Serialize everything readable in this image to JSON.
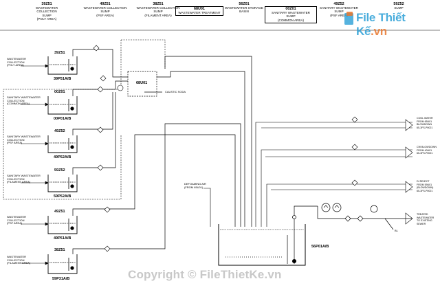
{
  "header": [
    {
      "tag": "39Z51",
      "desc": "WASTEWATER COLLECTION\nSUMP\n(POLY AREA)"
    },
    {
      "tag": "49Z51",
      "desc": "WASTEWATER COLLECTION\nSUMP\n(PSF AREA)"
    },
    {
      "tag": "38Z51",
      "desc": "WASTEWATER COLLECTION\nSUMP\n(FILAMENT AREA)"
    },
    {
      "tag": "68U01",
      "desc": "WASTEWATER TREATMENT"
    },
    {
      "tag": "56Z01",
      "desc": "WASTEWATER STORAGE\nBASIN"
    },
    {
      "tag": "00Z01",
      "desc": "SANITARY WASTEWATER SUMP\n(COMMON AREA)"
    },
    {
      "tag": "49Z52",
      "desc": "SANITARY WASTEWATER SUMP\n(PSF AREA)"
    },
    {
      "tag": "59Z52",
      "desc": "SUMP"
    }
  ],
  "tanks": [
    {
      "tag": "39Z51",
      "label": "WASTEWATER\nCOLLECTION\n(POLY AREA)",
      "pump": "39P51A/B"
    },
    {
      "tag": "00Z01",
      "label": "SANITARY WASTEWATER\nCOLLECTION\n(COMMON AREA)",
      "pump": "00P01A/B"
    },
    {
      "tag": "49Z52",
      "label": "SANITARY WASTEWATER\nCOLLECTION\n(PSF AREA)",
      "pump": "49P52A/B"
    },
    {
      "tag": "59Z52",
      "label": "SANITARY WASTEWATER\nCOLLECTION\n(FILAMENT AREA)",
      "pump": "59P52A/B"
    },
    {
      "tag": "49Z51",
      "label": "WASTEWATER\nCOLLECTION\n(PSF AREA)",
      "pump": "49P51A/B"
    },
    {
      "tag": "38Z51",
      "label": "WASTEWATER\nCOLLECTION\n(FILAMENT AREA)",
      "pump": "59P31A/B"
    }
  ],
  "treatment": {
    "tag": "68U01",
    "caustic": "CAUSTIC SODA"
  },
  "basin": {
    "pump": "56P01A/B",
    "inlet": "DEFOAMING AIR\n(FROM 65U01)"
  },
  "right_streams": [
    {
      "label": "COOL WATER\nFROM 65U01 BLOWDOWN\n65-3FS-P0021"
    },
    {
      "label": "CW BLOWDOWN\nFROM 40U01\n65-3FS-P0021"
    },
    {
      "label": "DI REJECT\nFROM 59U01 (BLOWDOWN)\n65-3FS-P0021"
    },
    {
      "label": "TREATED WASTEWATER\nTO EXISTING SEWER"
    }
  ],
  "misc": {
    "bl": "BL"
  },
  "watermarks": {
    "logo_main": "File Thiết Kế",
    "logo_tld": ".vn",
    "copyright": "Copyright © FileThietKe.vn"
  }
}
